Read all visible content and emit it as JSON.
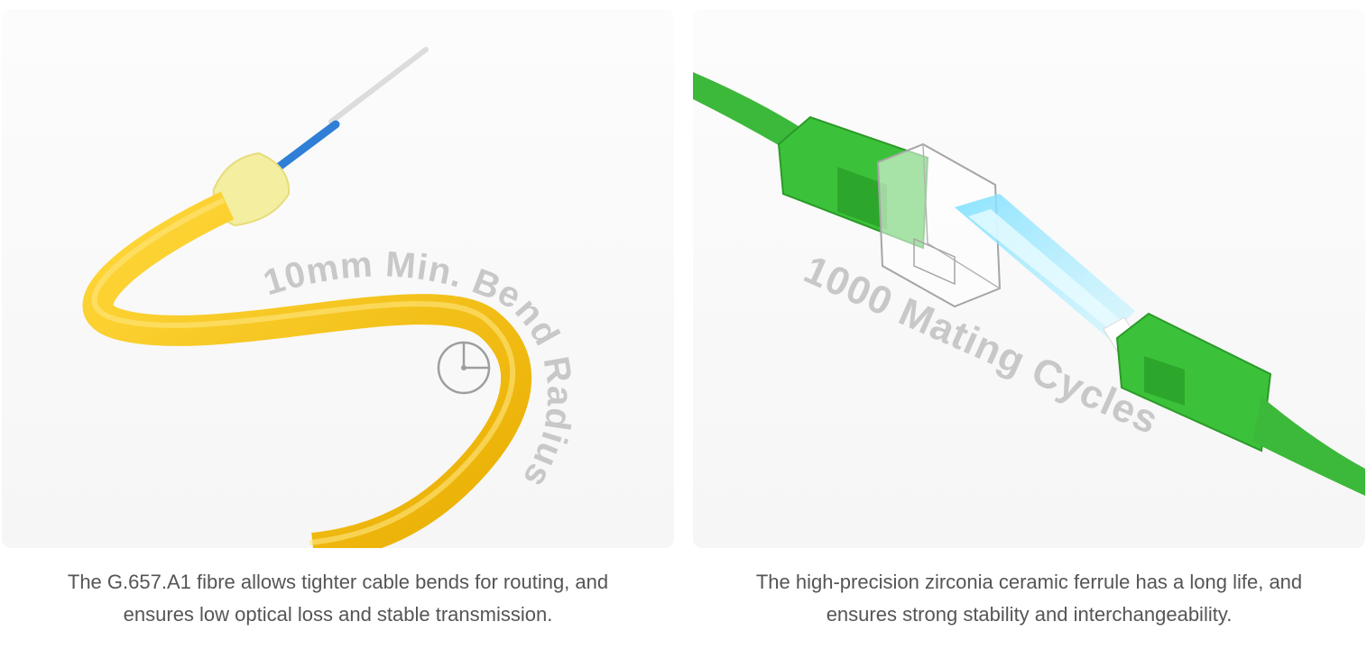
{
  "cards": [
    {
      "overlay_text": "10mm Min. Bend Radius",
      "caption_line1": "The G.657.A1 fibre allows tighter cable bends for routing, and",
      "caption_line2": "ensures low optical loss and stable transmission."
    },
    {
      "overlay_text": "1000 Mating Cycles",
      "caption_line1": "The high-precision zirconia ceramic ferrule has a long life, and",
      "caption_line2": "ensures strong stability and interchangeability."
    }
  ],
  "colors": {
    "cable_yellow": "#f6c21c",
    "kevlar_yellow": "#f3eea0",
    "fibre_blue": "#2f7fd6",
    "connector_green": "#3cc23a",
    "overlay_gray": "#c8c8c8",
    "caption_gray": "#555555"
  }
}
